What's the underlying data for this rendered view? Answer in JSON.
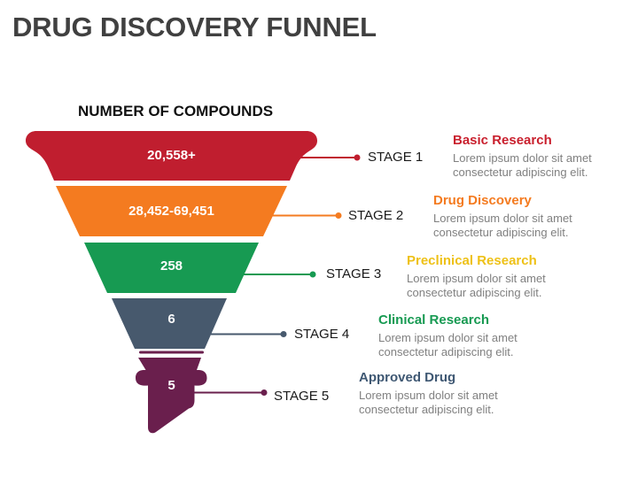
{
  "title": "DRUG DISCOVERY FUNNEL",
  "title_color": "#404040",
  "funnel_label": "NUMBER OF COMPOUNDS",
  "body_text_color": "#808080",
  "stage_label_color": "#1a1a1a",
  "stages": [
    {
      "label": "STAGE 1",
      "value": "20,558+",
      "heading": "Basic Research",
      "description": "Lorem ipsum dolor sit amet consectetur adipiscing elit.",
      "color": "#C01E2F",
      "heading_color": "#C9202E"
    },
    {
      "label": "STAGE 2",
      "value": "28,452-69,451",
      "heading": "Drug Discovery",
      "description": "Lorem ipsum dolor sit amet consectetur adipiscing elit.",
      "color": "#F47B20",
      "heading_color": "#F47B20"
    },
    {
      "label": "STAGE 3",
      "value": "258",
      "heading": "Preclinical Research",
      "description": "Lorem ipsum dolor sit amet consectetur adipiscing elit.",
      "color": "#179A52",
      "heading_color": "#EEC117"
    },
    {
      "label": "STAGE 4",
      "value": "6",
      "heading": "Clinical Research",
      "description": "Lorem ipsum dolor sit amet consectetur adipiscing elit.",
      "color": "#47596D",
      "heading_color": "#179A52"
    },
    {
      "label": "STAGE 5",
      "value": "5",
      "heading": "Approved Drug",
      "description": "Lorem ipsum dolor sit amet consectetur adipiscing elit.",
      "color": "#6A1F4D",
      "heading_color": "#3F5873"
    }
  ],
  "chart_data": {
    "type": "funnel",
    "title": "DRUG DISCOVERY FUNNEL",
    "axis_label": "NUMBER OF COMPOUNDS",
    "stages": [
      {
        "stage": "STAGE 1",
        "compounds": "20,558+",
        "phase": "Basic Research"
      },
      {
        "stage": "STAGE 2",
        "compounds": "28,452-69,451",
        "phase": "Drug Discovery"
      },
      {
        "stage": "STAGE 3",
        "compounds": "258",
        "phase": "Preclinical Research"
      },
      {
        "stage": "STAGE 4",
        "compounds": "6",
        "phase": "Clinical Research"
      },
      {
        "stage": "STAGE 5",
        "compounds": "5",
        "phase": "Approved Drug"
      }
    ],
    "legend_position": "none",
    "grid": false
  }
}
